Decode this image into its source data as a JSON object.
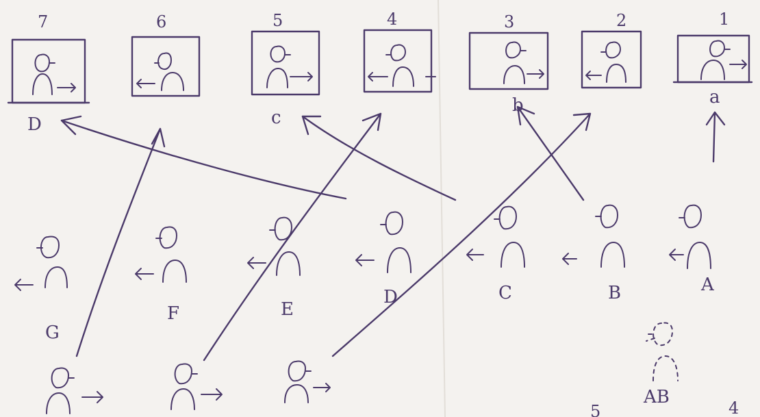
{
  "frame_numbers": [
    "7",
    "6",
    "5",
    "4",
    "3",
    "2",
    "1"
  ],
  "frame_letters": [
    "D",
    "c",
    "b",
    "a"
  ],
  "middle_row_labels": [
    "G",
    "F",
    "E",
    "D",
    "C",
    "B",
    "A"
  ],
  "ghost_label": "AB",
  "corner_numbers": [
    "5",
    "4"
  ],
  "colors": {
    "ink": "#4b3a6a",
    "paper": "#f4f2ef"
  }
}
